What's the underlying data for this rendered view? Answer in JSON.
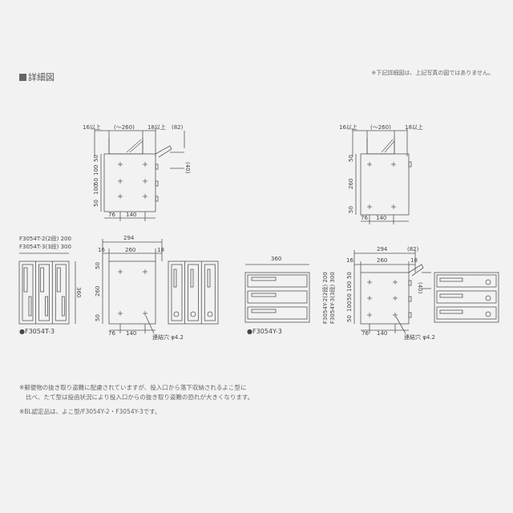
{
  "header": {
    "title": "詳細図",
    "note": "※下記詳細図は、上記写真の図ではありません。"
  },
  "top_left": {
    "dim_left": "16以上",
    "dim_center": "(～260)",
    "dim_right": "18以上",
    "dim_far_right": "(82)",
    "dim_40": "(40)",
    "vert": [
      "50",
      "100",
      "50",
      "100",
      "50"
    ],
    "bottom": [
      "76",
      "140"
    ]
  },
  "top_right": {
    "dim_left": "16以上",
    "dim_center": "(～260)",
    "dim_right": "18以上",
    "vert": [
      "50",
      "260",
      "50"
    ],
    "bottom": [
      "76",
      "140"
    ]
  },
  "t_model": {
    "label2": "F3054T-2(2段) 200",
    "label3": "F3054T-3(3段) 300",
    "height": "360",
    "name": "●F3054T-3",
    "back_width": "294",
    "back_16": "16",
    "back_260": "260",
    "back_18": "18",
    "back_vert": [
      "50",
      "260",
      "50"
    ],
    "back_bottom": [
      "76",
      "140"
    ],
    "hole_note": "連結穴 φ4.2"
  },
  "y_model": {
    "width": "360",
    "label2": "F3054Y-2(2段) 200",
    "label3": "F3054Y-3(3段) 300",
    "name": "●F3054Y-3",
    "back_width": "294",
    "back_82": "(82)",
    "back_16": "16",
    "back_260": "260",
    "back_18": "18",
    "dim_40": "(40)",
    "back_vert": [
      "50",
      "100",
      "50",
      "100",
      "50"
    ],
    "back_bottom": [
      "76",
      "140"
    ],
    "hole_note": "連結穴 φ4.2"
  },
  "footnotes": [
    "※郵便物の抜き取り盗難に配慮されていますが、投入口から落下収納されるよこ型に",
    "比べ、たて型は投函状況により投入口からの抜き取り盗難の恐れが大きくなります。",
    "※BL認定品は、よこ型/F3054Y-2・F3054Y-3です。"
  ]
}
